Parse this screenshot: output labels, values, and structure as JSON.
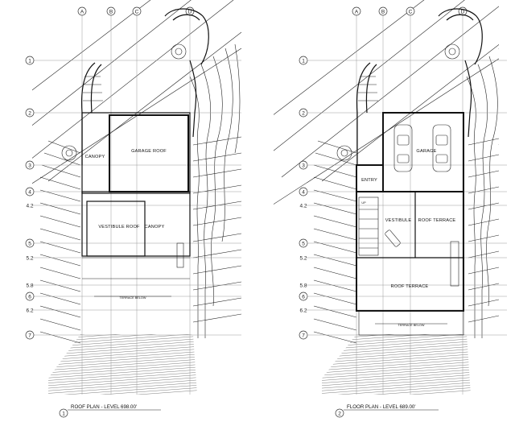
{
  "grid": {
    "columns": [
      "A",
      "B",
      "C",
      "D"
    ],
    "rows": [
      "1",
      "2",
      "3",
      "4",
      "4.2",
      "5",
      "5.2",
      "5.8",
      "6",
      "6.2",
      "7"
    ]
  },
  "roof_plan": {
    "number": "1",
    "title": "ROOF PLAN - LEVEL 698.00'",
    "labels": {
      "canopy_left": "CANOPY",
      "garage_roof": "GARAGE ROOF",
      "vestibule_roof": "VESTIBULE ROOF",
      "canopy_right": "CANOPY",
      "terrace_below": "TERRACE BELOW"
    }
  },
  "floor_plan": {
    "number": "2",
    "title": "FLOOR PLAN - LEVEL 689.00'",
    "labels": {
      "garage": "GARAGE",
      "entry": "ENTRY",
      "up": "UP",
      "vestibule": "VESTIBULE",
      "roof_terrace_upper": "ROOF TERRACE",
      "roof_terrace_lower": "ROOF TERRACE",
      "terrace_below": "TERRACE BELOW"
    }
  }
}
